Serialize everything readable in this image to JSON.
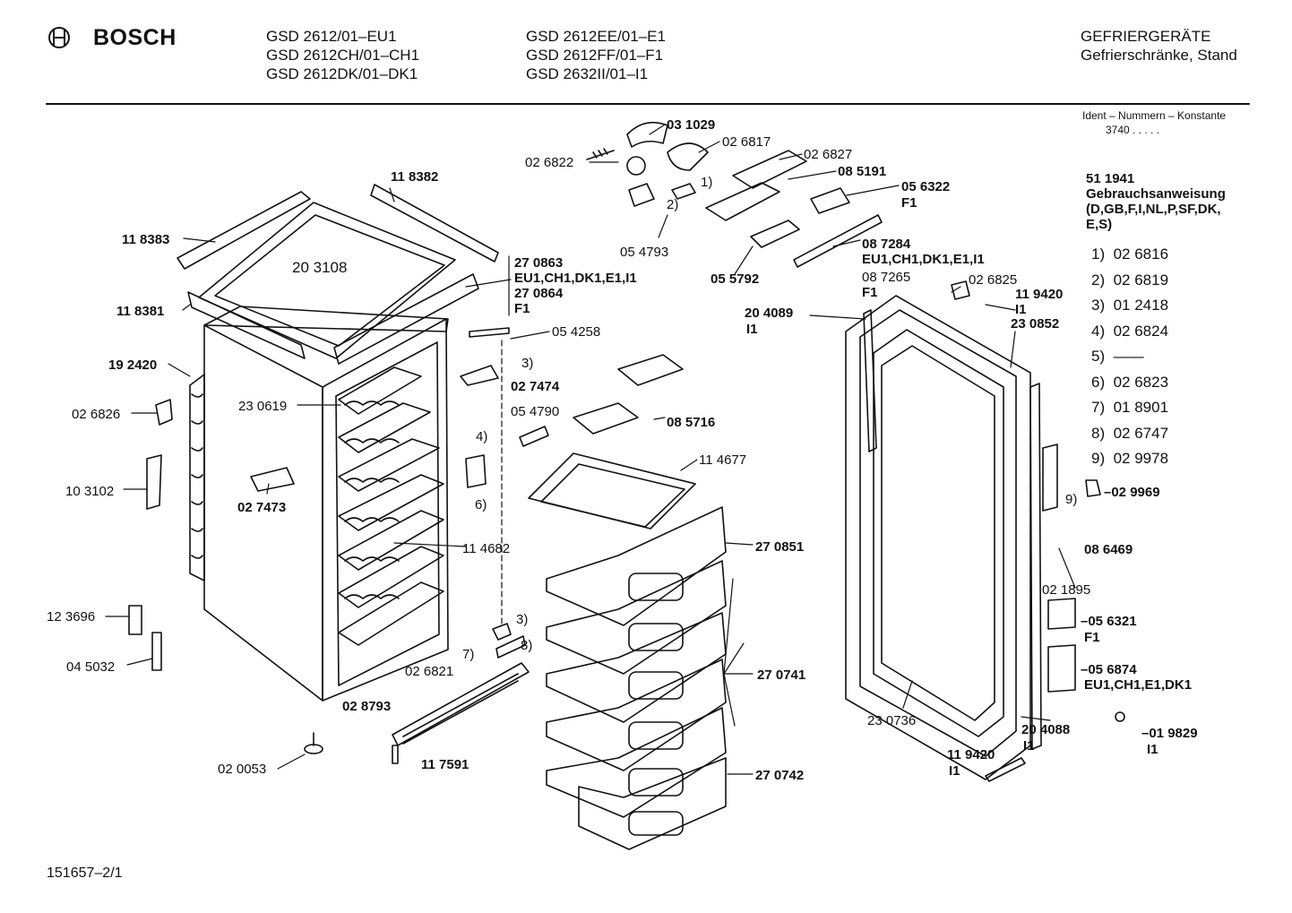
{
  "header": {
    "brand": "BOSCH",
    "models_col1": [
      "GSD 2612/01–EU1",
      "GSD 2612CH/01–CH1",
      "GSD 2612DK/01–DK1"
    ],
    "models_col2": [
      "GSD 2612EE/01–E1",
      "GSD 2612FF/01–F1",
      "GSD 2632II/01–I1"
    ],
    "category": "GEFRIERGERÄTE",
    "subcategory": "Gefrierschränke, Stand",
    "ident_label": "Ident – Nummern – Konstante",
    "ident_value": "3740 . . . . ."
  },
  "manual": {
    "number": "51 1941",
    "title": "Gebrauchsanweisung",
    "languages_1": "(D,GB,F,I,NL,P,SF,DK,",
    "languages_2": "E,S)"
  },
  "footnotes": [
    {
      "key": "1)",
      "value": "02 6816"
    },
    {
      "key": "2)",
      "value": "02 6819"
    },
    {
      "key": "3)",
      "value": "01 2418"
    },
    {
      "key": "4)",
      "value": "02 6824"
    },
    {
      "key": "5)",
      "value": "——"
    },
    {
      "key": "6)",
      "value": "02 6823"
    },
    {
      "key": "7)",
      "value": "01 8901"
    },
    {
      "key": "8)",
      "value": "02 6747"
    },
    {
      "key": "9)",
      "value": "02 9978"
    }
  ],
  "parts": {
    "p031029": "03 1029",
    "p026817": "02 6817",
    "p026822": "02 6822",
    "p026827": "02 6827",
    "p085191": "08 5191",
    "p056322": "05 6322",
    "f1_a": "F1",
    "ref1": "1)",
    "ref2": "2)",
    "p054793": "05 4793",
    "p055792": "05 5792",
    "p087284": "08 7284",
    "p087284_var": "EU1,CH1,DK1,E1,I1",
    "p087265": "08 7265",
    "f1_b": "F1",
    "p118382": "11 8382",
    "p118383": "11 8383",
    "p203108": "20 3108",
    "p270863": "27 0863",
    "p270863_var": "EU1,CH1,DK1,E1,I1",
    "p270864": "27 0864",
    "f1_c": "F1",
    "p118381": "11 8381",
    "p054258": "05 4258",
    "ref3a": "3)",
    "p192420": "19 2420",
    "p027474": "02 7474",
    "p026826": "02 6826",
    "p230619": "23 0619",
    "ref4": "4)",
    "p054790": "05 4790",
    "p085716": "08 5716",
    "p103102": "10 3102",
    "p027473": "02 7473",
    "ref6": "6)",
    "p114677": "11 4677",
    "p114682": "11 4682",
    "p270851": "27 0851",
    "p123696": "12 3696",
    "ref3b": "3)",
    "ref7": "7)",
    "ref8": "8)",
    "p045032": "04 5032",
    "p026821": "02 6821",
    "p270741": "27 0741",
    "p028793": "02 8793",
    "p117591": "11 7591",
    "p020053": "02 0053",
    "p270742": "27 0742",
    "p204089": "20 4089",
    "i1_a": "I1",
    "p026825": "02 6825",
    "p119420a": "11 9420",
    "i1_b": "I1",
    "p230852": "23 0852",
    "ref9": "9)",
    "p029969": "–02 9969",
    "p086469": "08 6469",
    "p021895": "02 1895",
    "p056321": "–05 6321",
    "f1_d": "F1",
    "p056874": "–05 6874",
    "p056874_var": "EU1,CH1,E1,DK1",
    "p230736": "23 0736",
    "p204088": "20 4088",
    "i1_c": "I1",
    "p019829": "–01 9829",
    "i1_d": "I1",
    "p119420b": "11 9420",
    "i1_e": "I1"
  },
  "footer": {
    "doc_number": "151657–2/1"
  }
}
